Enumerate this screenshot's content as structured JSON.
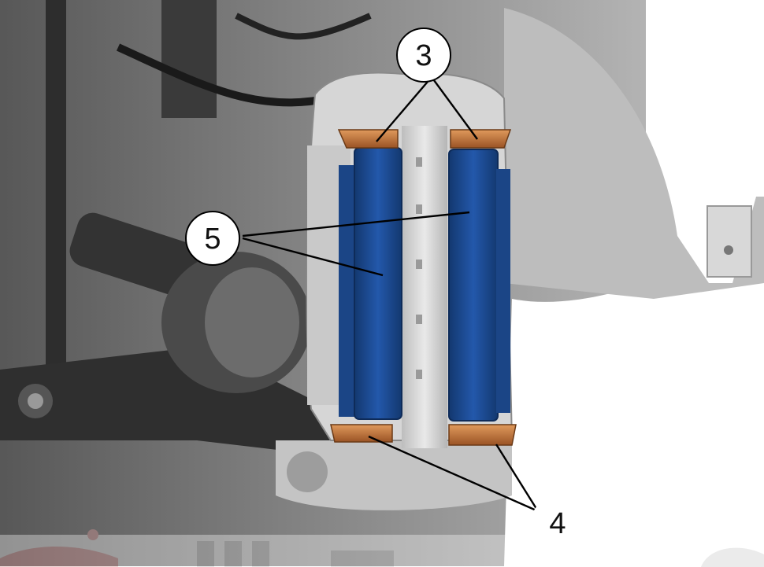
{
  "callouts": [
    {
      "id": "c3",
      "label": "3"
    },
    {
      "id": "c5",
      "label": "5"
    },
    {
      "id": "c4",
      "label": "4"
    }
  ],
  "colors": {
    "background": "#ffffff",
    "suspension_dark": "#4a4a4a",
    "suspension_mid": "#8a8a8a",
    "caliper_light": "#d9d9d9",
    "brake_pad_blue": "#1f4f9a",
    "clip_copper": "#c8783a",
    "watermark_red": "#f0b7b7"
  }
}
